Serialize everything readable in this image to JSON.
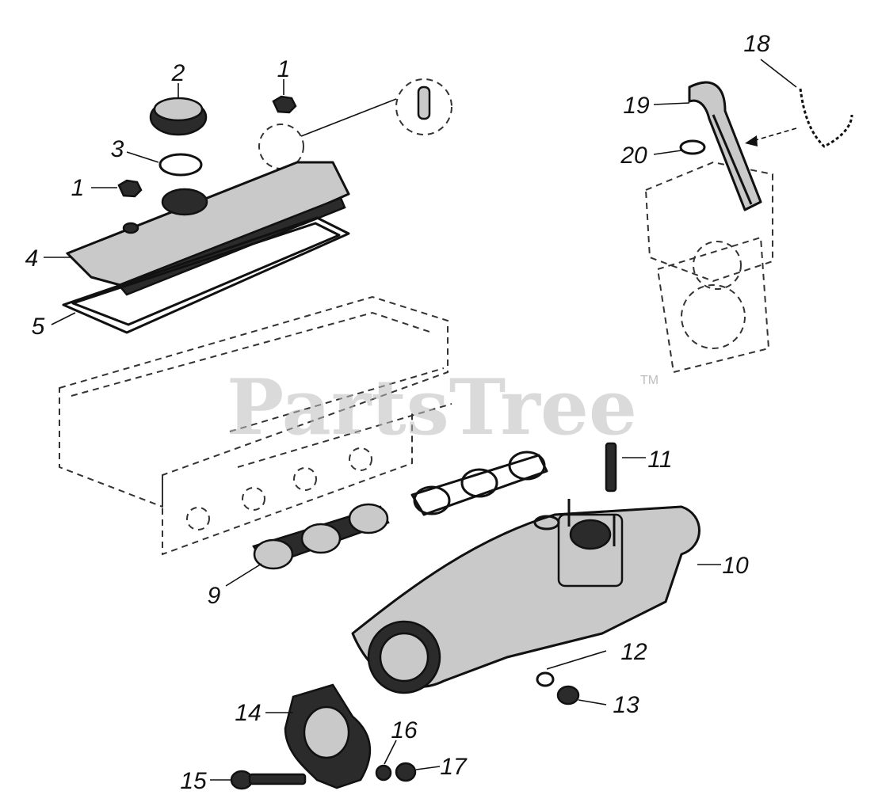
{
  "watermark": {
    "text": "PartsTree",
    "trademark": "TM"
  },
  "callouts": [
    {
      "id": "c1a",
      "label": "1"
    },
    {
      "id": "c2",
      "label": "2"
    },
    {
      "id": "c1b",
      "label": "1"
    },
    {
      "id": "c3",
      "label": "3"
    },
    {
      "id": "c4",
      "label": "4"
    },
    {
      "id": "c5",
      "label": "5"
    },
    {
      "id": "c9",
      "label": "9"
    },
    {
      "id": "c10",
      "label": "10"
    },
    {
      "id": "c11",
      "label": "11"
    },
    {
      "id": "c12",
      "label": "12"
    },
    {
      "id": "c13",
      "label": "13"
    },
    {
      "id": "c14",
      "label": "14"
    },
    {
      "id": "c15",
      "label": "15"
    },
    {
      "id": "c16",
      "label": "16"
    },
    {
      "id": "c17",
      "label": "17"
    },
    {
      "id": "c18",
      "label": "18"
    },
    {
      "id": "c19",
      "label": "19"
    },
    {
      "id": "c20",
      "label": "20"
    }
  ],
  "colors": {
    "ink": "#111111",
    "watermark": "#bdbdbd",
    "background": "#ffffff"
  }
}
